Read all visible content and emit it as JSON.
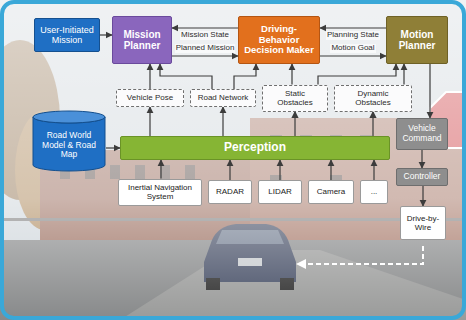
{
  "diagram": {
    "nodes": [
      {
        "text": [
          "User-Initiated Mission"
        ]
      },
      {
        "text": [
          "Mission Planner"
        ]
      },
      {
        "text": [
          "Driving-Behavior Decision Maker"
        ]
      },
      {
        "text": [
          "Motion Planner"
        ]
      },
      {
        "text": [
          "Vehicle Pose"
        ]
      },
      {
        "text": [
          "Road Network"
        ]
      },
      {
        "text": [
          "Static Obstacles"
        ]
      },
      {
        "text": [
          "Dynamic Obstacles"
        ]
      },
      {
        "text": [
          "Road World Model & Road Map"
        ]
      },
      {
        "text": [
          "Perception"
        ]
      },
      {
        "text": [
          "Vehicle Command"
        ]
      },
      {
        "text": [
          "Controller"
        ]
      },
      {
        "text": [
          "Inertial Navigation System"
        ]
      },
      {
        "text": [
          "RADAR"
        ]
      },
      {
        "text": [
          "LIDAR"
        ]
      },
      {
        "text": [
          "Camera"
        ]
      },
      {
        "text": [
          "..."
        ]
      },
      {
        "text": [
          "Drive-by-Wire"
        ]
      }
    ],
    "edges": [
      {
        "from": 0,
        "to": 1,
        "arrow": "to"
      },
      {
        "from": 2,
        "to": 1,
        "label": "Mission State",
        "arrow": "to"
      },
      {
        "from": 1,
        "to": 2,
        "label": "Planned Mission",
        "arrow": "to"
      },
      {
        "from": 3,
        "to": 2,
        "label": "Planning State",
        "arrow": "to"
      },
      {
        "from": 2,
        "to": 3,
        "label": "Motion Goal",
        "arrow": "to"
      },
      {
        "from": 4,
        "to": 1,
        "arrow": "to"
      },
      {
        "from": 5,
        "to": 1,
        "arrow": "to"
      },
      {
        "from": 5,
        "to": 2,
        "arrow": "to"
      },
      {
        "from": 6,
        "to": 2,
        "arrow": "to"
      },
      {
        "from": 6,
        "to": 3,
        "arrow": "to"
      },
      {
        "from": 7,
        "to": 3,
        "arrow": "to"
      },
      {
        "from": 9,
        "to": 4,
        "arrow": "to"
      },
      {
        "from": 9,
        "to": 5,
        "arrow": "to"
      },
      {
        "from": 9,
        "to": 6,
        "arrow": "to"
      },
      {
        "from": 9,
        "to": 7,
        "arrow": "to"
      },
      {
        "from": 8,
        "to": 9,
        "arrow": "to"
      },
      {
        "from": 12,
        "to": 9,
        "arrow": "to"
      },
      {
        "from": 13,
        "to": 9,
        "arrow": "to"
      },
      {
        "from": 14,
        "to": 9,
        "arrow": "to"
      },
      {
        "from": 15,
        "to": 9,
        "arrow": "to"
      },
      {
        "from": 16,
        "to": 9,
        "arrow": "to"
      },
      {
        "from": 3,
        "to": 10,
        "arrow": "to"
      },
      {
        "from": 10,
        "to": 11,
        "arrow": "to"
      },
      {
        "from": 11,
        "to": 17,
        "arrow": "to"
      }
    ]
  }
}
